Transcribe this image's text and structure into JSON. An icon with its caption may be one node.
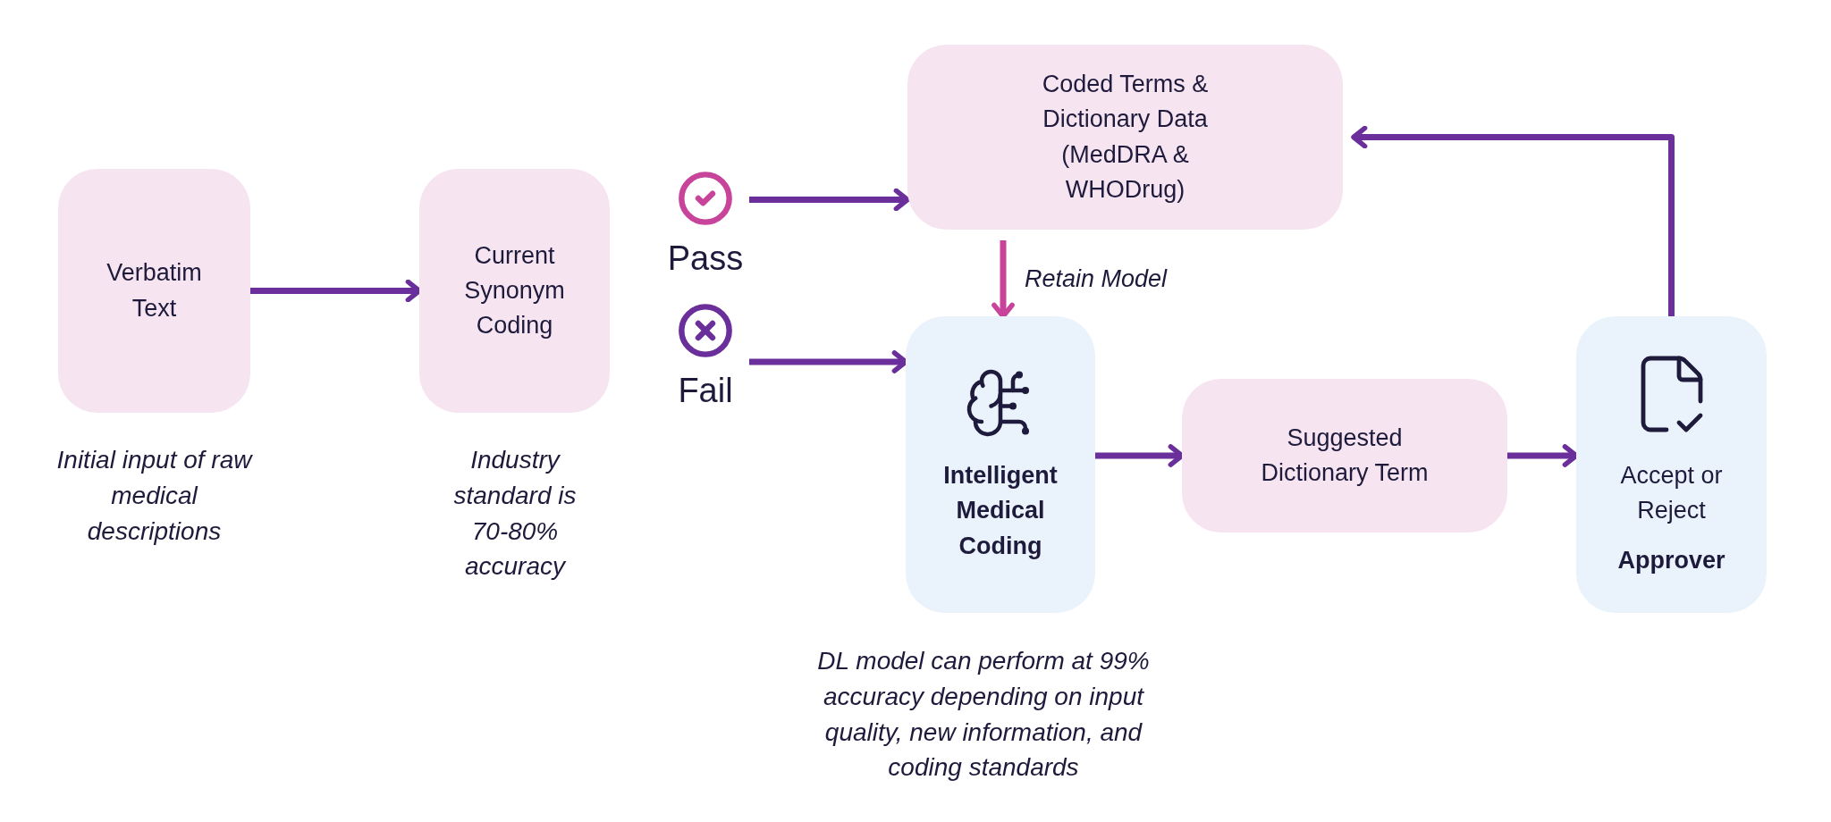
{
  "diagram": {
    "nodes": [
      {
        "text": [
          "Verbatim Text"
        ],
        "beside": [
          "Initial input of raw medical descriptions"
        ]
      },
      {
        "text": [
          "Current Synonym Coding"
        ],
        "beside": [
          "Industry standard is 70-80% accuracy"
        ]
      },
      {
        "text": [
          "Pass"
        ]
      },
      {
        "text": [
          "Fail"
        ]
      },
      {
        "text": [
          "Coded Terms & Dictionary Data (MedDRA & WHODrug)"
        ]
      },
      {
        "text": [
          "Intelligent Medical Coding"
        ],
        "beside": [
          "DL model can perform at 99% accuracy depending on input quality, new information, and coding standards"
        ]
      },
      {
        "text": [
          "Suggested Dictionary Term"
        ]
      },
      {
        "text": [
          "Accept or Reject",
          "Approver"
        ]
      }
    ],
    "edges": [
      {
        "from": 0,
        "to": 1,
        "arrow": "to"
      },
      {
        "from": 2,
        "to": 4,
        "arrow": "to"
      },
      {
        "from": 3,
        "to": 5,
        "arrow": "to"
      },
      {
        "from": 4,
        "to": 5,
        "arrow": "to",
        "label": "Retain Model",
        "color": "#c8449a"
      },
      {
        "from": 5,
        "to": 6,
        "arrow": "to"
      },
      {
        "from": 6,
        "to": 7,
        "arrow": "to"
      },
      {
        "from": 7,
        "to": 4,
        "arrow": "to"
      }
    ]
  }
}
